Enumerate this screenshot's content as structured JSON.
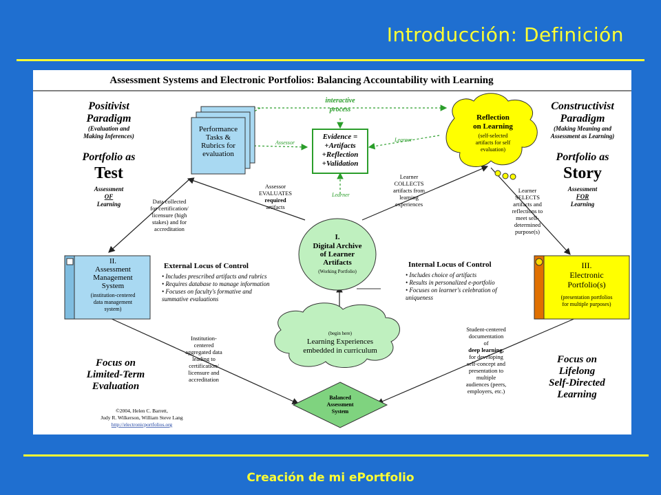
{
  "slide": {
    "title": "Introducción: Definición",
    "footer": "Creación de mi ePortfolio"
  },
  "diagram": {
    "title": "Assessment Systems and Electronic Portfolios: Balancing Accountability with Learning",
    "left_paradigm": {
      "heading": [
        "Positivist",
        "Paradigm"
      ],
      "sub": [
        "(Evaluation and",
        "Making Inferences)"
      ],
      "portfolio_as": "Portfolio as",
      "metaphor": "Test",
      "assessment": [
        "Assessment",
        "OF",
        "Learning"
      ]
    },
    "right_paradigm": {
      "heading": [
        "Constructivist",
        "Paradigm"
      ],
      "sub": [
        "(Making Meaning and",
        "Assessment as Learning)"
      ],
      "portfolio_as": "Portfolio as",
      "metaphor": "Story",
      "assessment": [
        "Assessment",
        "FOR",
        "Learning"
      ]
    },
    "performance_tasks": [
      "Performance",
      "Tasks &",
      "Rubrics for",
      "evaluation"
    ],
    "interactive_process": [
      "interactive",
      "process"
    ],
    "evidence": [
      "Evidence =",
      "+Artifacts",
      "+Reflection",
      "+Validation"
    ],
    "reflection": [
      "Reflection",
      "on Learning",
      "(self-selected",
      "artifacts for self",
      "evaluation)"
    ],
    "assessor_label": "Assessor",
    "learner_label": "Learner",
    "learner_label_2": "Learner",
    "assessor_evaluates": [
      "Assessor",
      "EVALUATES",
      "required",
      "artifacts"
    ],
    "learner_collects": [
      "Learner",
      "COLLECTS",
      "artifacts from",
      "learning",
      "experiences"
    ],
    "learner_selects": [
      "Learner",
      "SELECTS",
      "artifacts and",
      "reflections to",
      "meet self-",
      "determined",
      "purpose(s)"
    ],
    "data_collected": [
      "Data collected",
      "for certification/",
      "licensure (high",
      "stakes) and for",
      "accreditation"
    ],
    "digital_archive": [
      "I.",
      "Digital Archive",
      "of Learner",
      "Artifacts",
      "(Working Portfolio)"
    ],
    "assessment_mgmt": [
      "II.",
      "Assessment",
      "Management",
      "System",
      "(institution-centered",
      "data management",
      "system)"
    ],
    "electronic_portfolio": [
      "III.",
      "Electronic",
      "Portfolio(s)",
      "(presentation portfolios",
      "for multiple purposes)"
    ],
    "external_locus": {
      "heading": "External Locus of Control",
      "items": [
        "• Includes prescribed artifacts and rubrics",
        "• Requires database to manage information",
        "• Focuses on faculty's formative and",
        "  summative evaluations"
      ]
    },
    "internal_locus": {
      "heading": "Internal Locus of Control",
      "items": [
        "• Includes choice of artifacts",
        "• Results in personalized e-portfolio",
        "• Focuses on learner's celebration of",
        "  uniqueness"
      ]
    },
    "learning_experiences": [
      "(begin here)",
      "Learning Experiences",
      "embedded in curriculum"
    ],
    "institution_centered": [
      "Institution-",
      "centered",
      "aggregated data",
      "leading to",
      "certification/",
      "licensure and",
      "accreditation"
    ],
    "student_centered": [
      "Student-centered",
      "documentation",
      "of",
      "deep learning,",
      "for developing",
      "self-concept and",
      "presentation to",
      "multiple",
      "audiences (peers,",
      "employers, etc.)"
    ],
    "focus_left": [
      "Focus on",
      "Limited-Term",
      "Evaluation"
    ],
    "focus_right": [
      "Focus on",
      "Lifelong",
      "Self-Directed",
      "Learning"
    ],
    "balanced": [
      "Balanced",
      "Assessment",
      "System"
    ],
    "credits": [
      "©2004, Helen C. Barrett,",
      "Judy R. Wilkerson, William Steve Lang",
      "http://electronicportfolios.org"
    ]
  },
  "colors": {
    "background": "#1f6fd0",
    "accent": "#ffff33",
    "light_blue": "#a9d9f2",
    "green": "#bff0bf",
    "yellow": "#ffff00",
    "orange": "#e07000"
  }
}
